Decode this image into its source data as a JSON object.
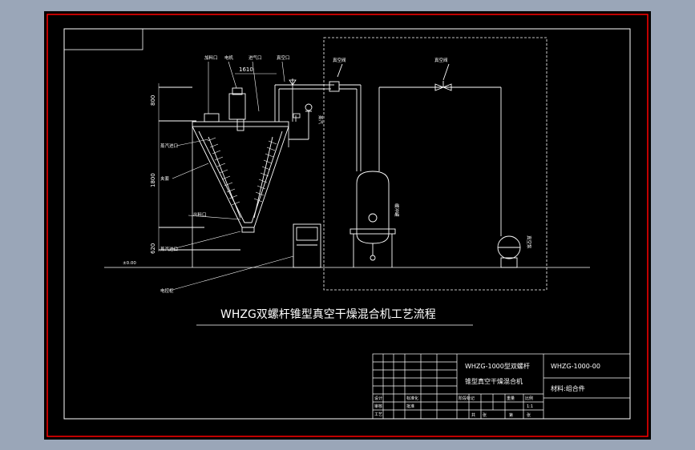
{
  "drawing": {
    "title": "WHZG双螺杆锥型真空干燥混合机工艺流程",
    "colors": {
      "background": "#9aa6b8",
      "sheet": "#000000",
      "frame": "#ff0000",
      "line": "#ffffff",
      "text": "#ffffff"
    }
  },
  "dimensions": {
    "top": "1610",
    "left_upper": "800",
    "left_middle": "1800",
    "left_lower": "620"
  },
  "callouts": {
    "motor": "电机",
    "feed_inlet": "加料口",
    "gas_inlet": "进气口",
    "vacuum_port": "真空口",
    "steam_inlet": "蒸汽进口",
    "jacket": "夹套",
    "discharge": "出料口",
    "control_cabinet": "电控柜",
    "ground_level": "±0.00",
    "filter_valve_1": "真空阀",
    "filter_valve_2": "真空阀",
    "condenser": "缓冲罐",
    "vacuum_pump": "真空泵",
    "steam_label": "蒸汽"
  },
  "title_block": {
    "model": "WHZG-1000-00",
    "name_line1": "WHZG-1000型双螺杆",
    "name_line2": "锥型真空干燥混合机",
    "material": "材料:组合件",
    "labels": {
      "design": "设计",
      "check": "审核",
      "process": "工艺",
      "standard": "标准化",
      "approve": "批准",
      "weight": "重量",
      "scale": "比例",
      "sheet_total": "共",
      "sheet_no": "第",
      "sheet_of": "张",
      "scale_value": "1:1",
      "stage": "阶段标记"
    }
  }
}
